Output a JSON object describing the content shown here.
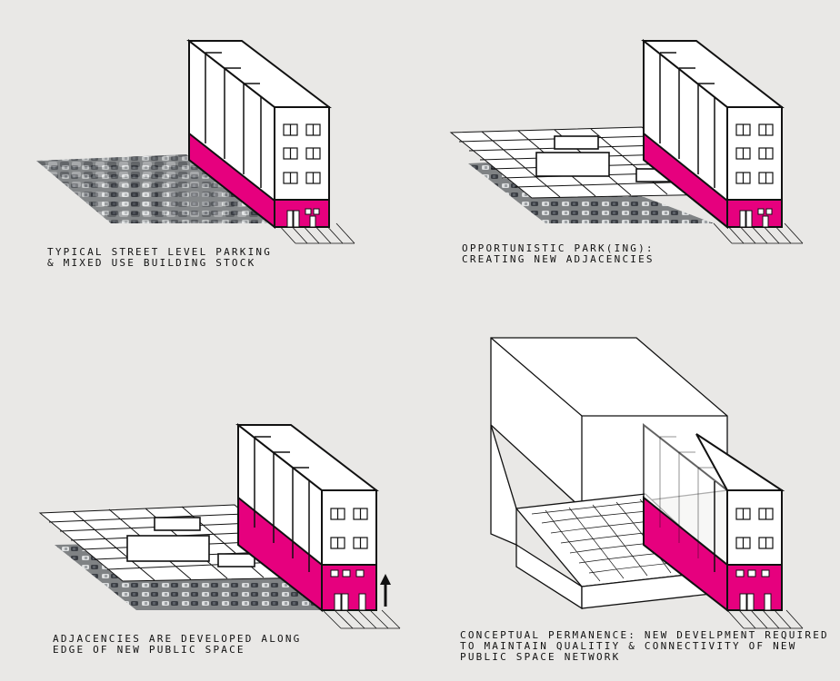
{
  "panels": [
    {
      "id": "street-parking",
      "caption_lines": [
        "TYPICAL STREET LEVEL PARKING",
        "& MIXED USE BUILDING STOCK"
      ]
    },
    {
      "id": "opportunistic-parking",
      "caption_lines": [
        "OPPORTUNISTIC PARK(ING):",
        "CREATING NEW ADJACENCIES"
      ]
    },
    {
      "id": "adjacencies-developed",
      "caption_lines": [
        "ADJACENCIES ARE DEVELOPED ALONG",
        "EDGE OF NEW PUBLIC SPACE"
      ]
    },
    {
      "id": "conceptual-permanence",
      "caption_lines": [
        "CONCEPTUAL PERMANENCE: NEW DEVELPMENT REQUIRED",
        "TO MAINTAIN QUALITIY & CONNECTIVITY OF NEW",
        "PUBLIC SPACE NETWORK"
      ]
    }
  ],
  "colors": {
    "background": "#e9e8e6",
    "accent_magenta": "#e6007e",
    "line": "#111111",
    "parking_asphalt": "#8b8d8e",
    "building_face": "#ffffff"
  }
}
